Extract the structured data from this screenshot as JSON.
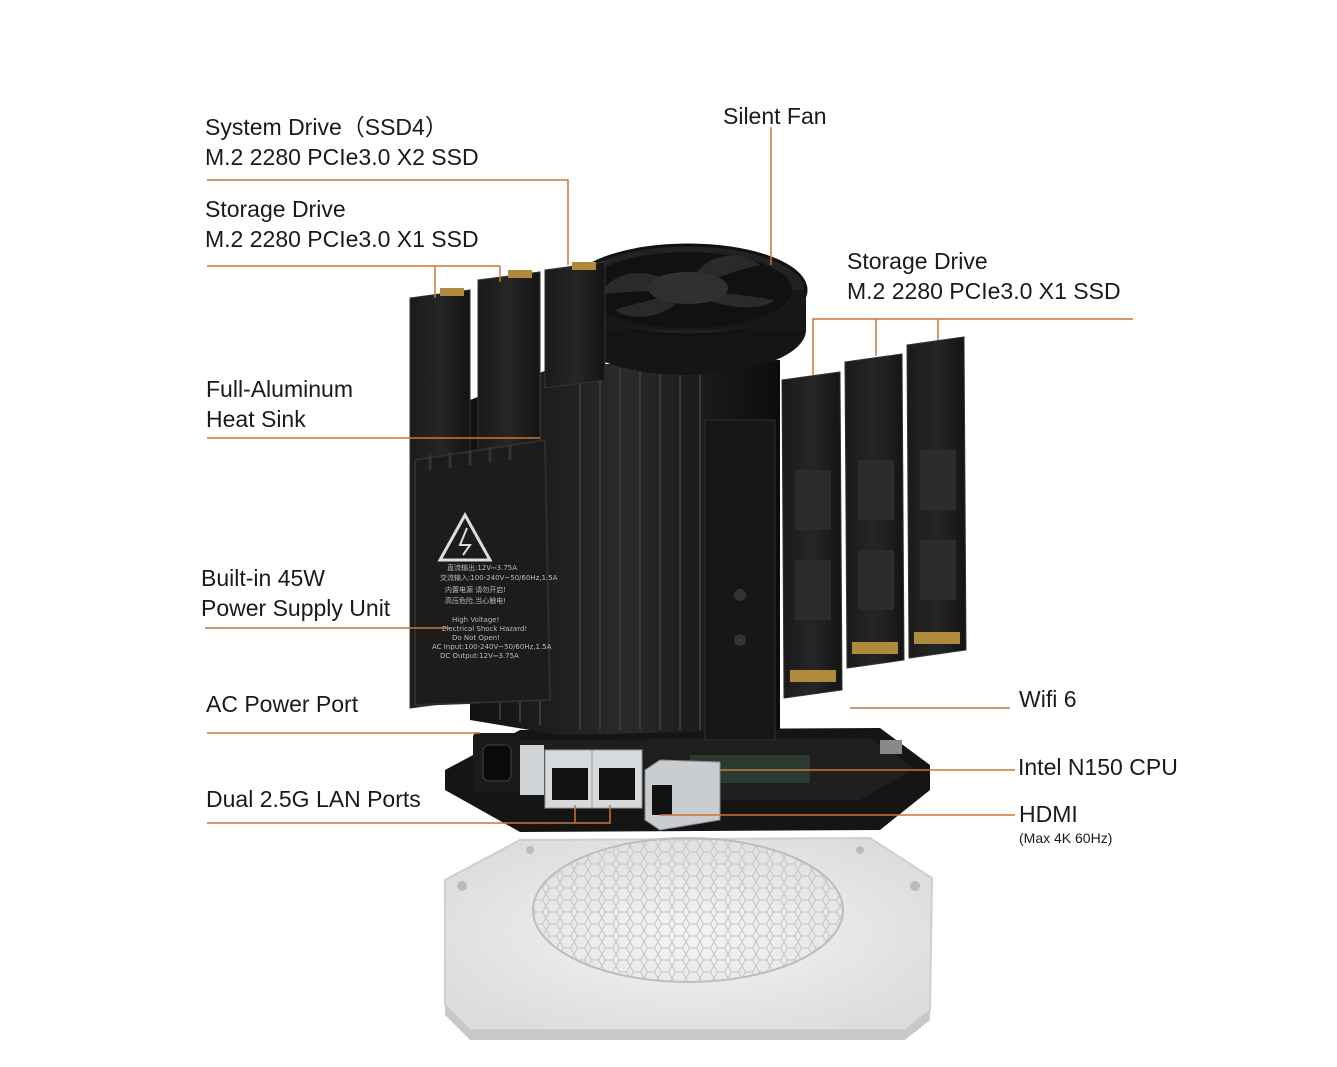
{
  "accent_color": "#c9773a",
  "labels": {
    "system_drive": {
      "line1": "System Drive（SSD4）",
      "line2": "M.2 2280 PCIe3.0 X2 SSD"
    },
    "storage_drive_left": {
      "line1": "Storage Drive",
      "line2": "M.2 2280 PCIe3.0 X1 SSD"
    },
    "silent_fan": {
      "line1": "Silent Fan"
    },
    "storage_drive_right": {
      "line1": "Storage Drive",
      "line2": "M.2 2280 PCIe3.0 X1 SSD"
    },
    "heat_sink": {
      "line1": "Full-Aluminum",
      "line2": "Heat Sink"
    },
    "psu": {
      "line1": "Built-in 45W",
      "line2": "Power Supply Unit"
    },
    "ac_port": {
      "line1": "AC Power Port"
    },
    "lan_ports": {
      "line1": "Dual 2.5G LAN Ports"
    },
    "wifi": {
      "line1": "Wifi 6"
    },
    "cpu": {
      "line1": "Intel N150 CPU"
    },
    "hdmi": {
      "line1": "HDMI",
      "sub": "(Max 4K 60Hz)"
    }
  },
  "psu_label_text": {
    "line1": "直流输出:12V⎓3.75A",
    "line2": "交流输入:100-240V~50/60Hz,1.5A",
    "line3": "内置电源  请勿开启!",
    "line4": "高压危险,当心触电!",
    "line5": "High Voltage!",
    "line6": "Electrical Shock Hazard!",
    "line7": "Do Not Open!",
    "line8": "AC Input:100-240V~50/60Hz,1.5A",
    "line9": "DC Output:12V⎓3.75A"
  }
}
